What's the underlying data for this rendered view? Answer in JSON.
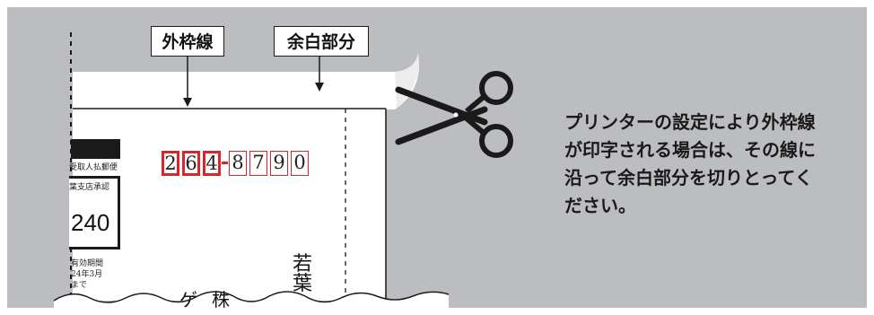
{
  "labels": {
    "outer_frame": "外枠線",
    "margin_area": "余白部分"
  },
  "instruction_lines": [
    "プリンターの設定により外枠線",
    "が印字される場合は、その線に",
    "沿って余白部分を切りとってく",
    "ださい。"
  ],
  "postal_code": {
    "digits": [
      "2",
      "6",
      "4",
      "8",
      "7",
      "9",
      "0"
    ]
  },
  "form_fragments": {
    "line1": "受取人払郵便",
    "line2": "葉支店承認",
    "number": "240",
    "validity_1": "有効期間",
    "validity_2": "24年3月",
    "validity_3": "まで",
    "recipient_vertical": [
      "若",
      "葉"
    ],
    "bottom_partial_1": "ゲ",
    "bottom_partial_2": "株"
  },
  "colors": {
    "background": "#bcbdc0",
    "paper": "#ffffff",
    "postal_red": "#d8262d",
    "ink": "#1a1a1a"
  },
  "icons": [
    "scissors-icon",
    "arrow-down-icon"
  ]
}
